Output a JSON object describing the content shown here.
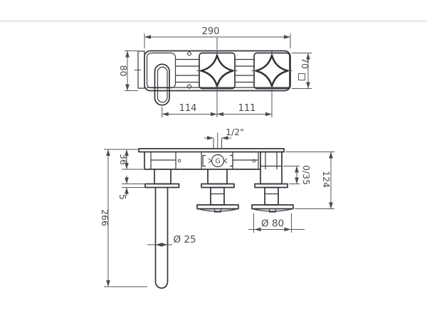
{
  "drawing": {
    "dimensions": {
      "plate_width": "290",
      "plate_height": "80",
      "handle_square": "70",
      "spout_to_handle": "114",
      "handle_spacing": "111",
      "connection": "1/2\"",
      "body_depth": "36",
      "flange_thickness": "5",
      "spout_length": "266",
      "adjust_range": "0/35",
      "handle_projection": "124",
      "spout_diameter": "Ø 25",
      "handle_base_diameter": "Ø 80",
      "valve_marking": "G"
    },
    "colors": {
      "background": "#ffffff",
      "object_line": "#35353d",
      "dimension_line": "#56565e",
      "text": "#4a4a52",
      "top_rule": "#cfcfd4"
    }
  }
}
